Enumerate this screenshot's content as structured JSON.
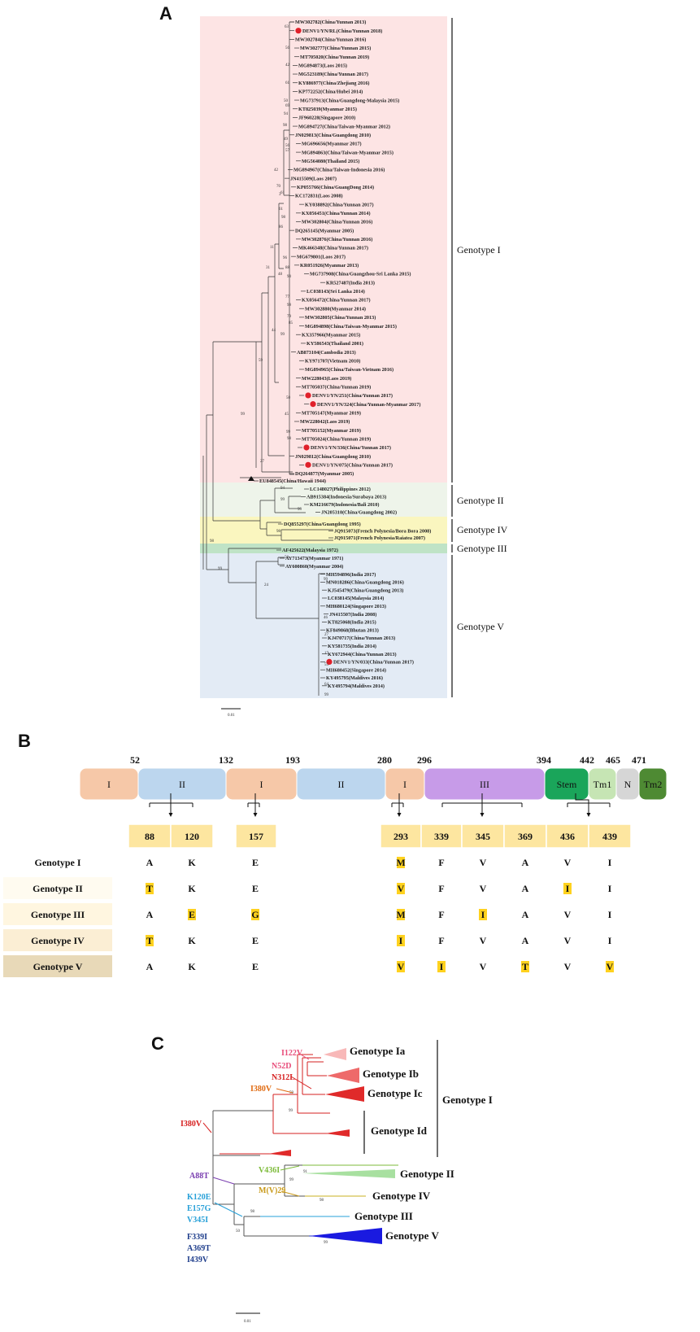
{
  "panel_a": {
    "letter": "A",
    "leaves": [
      "MW302782(China/Yunnan 2013)",
      "DENV1/YN/RL(China/Yunnan 2018)",
      "MW302784(China/Yunnan 2016)",
      "MW302777(China/Yunnan 2015)",
      "MT705020(China/Yunnan 2019)",
      "MG894873(Laos 2015)",
      "MG523189(China/Yunnan 2017)",
      "KY886977(China/Zhejiang 2016)",
      "KP772252(China/Hubei 2014)",
      "MG737913(China/Guangdong-Malaysia 2015)",
      "KT825039(Myanmar 2015)",
      "JF960228(Singapore 2010)",
      "MG894727(China/Taiwan-Myanmar 2012)",
      "JN029813(China/Guangdong 2010)",
      "MG696656(Myanmar 2017)",
      "MG894863(China/Taiwan-Myanmar 2015)",
      "MG564080(Thailand 2015)",
      "MG894967(China/Taiwan-Indonesia 2016)",
      "JN415509(Laos 2007)",
      "KP055766(China/GuangDong 2014)",
      "KC172831(Laos 2008)",
      "KY038892(China/Yunnan 2017)",
      "KX056451(China/Yunnan 2014)",
      "MW302804(China/Yunnan 2016)",
      "DQ265145(Myanmar 2005)",
      "MW302876(China/Yunnan 2016)",
      "MK466348(China/Yunnan 2017)",
      "MG679801(Laos 2017)",
      "KR051926(Myanmar 2013)",
      "MG737908(China/Guangzhou-Sri Lanka 2015)",
      "KR527487(India 2013)",
      "LC038143(Sri Lanka 2014)",
      "KX056472(China/Yunnan 2017)",
      "MW302880(Myanmar 2014)",
      "MW302805(China/Yunnan 2013)",
      "MG894898(China/Taiwan-Myanmar 2015)",
      "KX357966(Myanmar 2015)",
      "KY586543(Thailand 2001)",
      "AB873104(Cambodia 2013)",
      "KY971707(Vietnam 2010)",
      "MG894965(China/Taiwan-Vietnam 2016)",
      "MW228043(Laos 2019)",
      "MT705037(China/Yunnan 2019)",
      "DENV1/YN/251(China/Yunnan 2017)",
      "DENV1/YN/324(China/Yunnan-Myanmar 2017)",
      "MT705147(Myanmar 2019)",
      "MW228042(Laos 2019)",
      "MT705152(Myanmar 2019)",
      "MT705024(China/Yunnan 2019)",
      "DENV1/YN/336(China/Yunnan 2017)",
      "JN029812(China/Guangdong 2010)",
      "DENV1/YN/075(China/Yunnan 2017)",
      "DQ264877(Myanmar 2005)",
      "EU848545(China/Hawaii 1944)",
      "LC148027(Philippines 2012)",
      "AB915384(Indonesia/Surabaya 2013)",
      "KM216679(Indonesia/Bali 2010)",
      "JN205310(China/Guangdong 2002)",
      "DQ855297(China/Guangdong 1995)",
      "JQ915073(French Polynesia/Bora Bora 2008)",
      "JQ915071(French Polynesia/Raiatea 2007)",
      "AF425622(Malaysia 1972)",
      "AY713473(Myanmar 1971)",
      "AY600860(Myanmar 2004)",
      "MH594896(India 2017)",
      "MN018286(China/Guangdong 2016)",
      "KJ545479(China/Guangdong 2013)",
      "LC038145(Malaysia 2014)",
      "MH680124(Singapore 2013)",
      "JN415507(India 2008)",
      "KT825068(India 2015)",
      "KF849868(Bhutan 2013)",
      "KJ470717(China/Yunnan 2013)",
      "KY581735(India 2014)",
      "KY672944(China/Yunnan 2013)",
      "DENV1/YN/033(China/Yunnan 2017)",
      "MH680452(Singapore 2014)",
      "KY495795(Maldives 2016)",
      "KY495794(Maldives 2014)"
    ],
    "bootstraps": [
      "63",
      "56",
      "42",
      "61",
      "50",
      "69",
      "94",
      "98",
      "49",
      "56",
      "57",
      "42",
      "70",
      "61",
      "3",
      "61",
      "98",
      "86",
      "11",
      "96",
      "88",
      "90",
      "77",
      "99",
      "79",
      "85",
      "48",
      "31",
      "44",
      "99",
      "50",
      "45",
      "99",
      "98",
      "59",
      "99",
      "27",
      "94",
      "99",
      "99",
      "98",
      "98",
      "99",
      "50",
      "24",
      "99",
      "46",
      "27",
      "17",
      "55",
      "64",
      "99"
    ],
    "genotypes": [
      "Genotype I",
      "Genotype II",
      "Genotype IV",
      "Genotype III",
      "Genotype V"
    ],
    "scale": "0.01",
    "colors": {
      "g1": "#fde4e4",
      "g2": "#eef4ea",
      "g4": "#faf6bf",
      "g3": "#bfe3c6",
      "g5": "#e3ebf5",
      "dot": "#e0202a"
    }
  },
  "panel_b": {
    "letter": "B",
    "domains": [
      {
        "label": "I",
        "color": "#f6c8a8"
      },
      {
        "label": "II",
        "color": "#bcd6ee"
      },
      {
        "label": "I",
        "color": "#f6c8a8"
      },
      {
        "label": "II",
        "color": "#bcd6ee"
      },
      {
        "label": "I",
        "color": "#f6c8a8"
      },
      {
        "label": "III",
        "color": "#c79be8"
      },
      {
        "label": "Stem",
        "color": "#1aa55a"
      },
      {
        "label": "Tm1",
        "color": "#c6e5b4"
      },
      {
        "label": "N",
        "color": "#d6d6d6"
      },
      {
        "label": "Tm2",
        "color": "#4e8a33"
      }
    ],
    "boundaries": [
      "52",
      "132",
      "193",
      "280",
      "296",
      "394",
      "442",
      "465",
      "471"
    ],
    "sites": [
      "88",
      "120",
      "157",
      "293",
      "339",
      "345",
      "369",
      "436",
      "439"
    ],
    "rows": [
      {
        "name": "Genotype I",
        "cells": [
          "A",
          "K",
          "E",
          "M",
          "F",
          "V",
          "A",
          "V",
          "I"
        ],
        "hl": [
          false,
          false,
          false,
          true,
          false,
          false,
          false,
          false,
          false
        ]
      },
      {
        "name": "Genotype II",
        "cells": [
          "T",
          "K",
          "E",
          "V",
          "F",
          "V",
          "A",
          "I",
          "I"
        ],
        "hl": [
          true,
          false,
          false,
          true,
          false,
          false,
          false,
          true,
          false
        ]
      },
      {
        "name": "Genotype III",
        "cells": [
          "A",
          "E",
          "G",
          "M",
          "F",
          "I",
          "A",
          "V",
          "I"
        ],
        "hl": [
          false,
          true,
          true,
          true,
          false,
          true,
          false,
          false,
          false
        ]
      },
      {
        "name": "Genotype IV",
        "cells": [
          "T",
          "K",
          "E",
          "I",
          "F",
          "V",
          "A",
          "V",
          "I"
        ],
        "hl": [
          true,
          false,
          false,
          true,
          false,
          false,
          false,
          false,
          false
        ]
      },
      {
        "name": "Genotype V",
        "cells": [
          "A",
          "K",
          "E",
          "V",
          "I",
          "V",
          "T",
          "V",
          "V"
        ],
        "hl": [
          false,
          false,
          false,
          true,
          true,
          false,
          true,
          false,
          true
        ]
      }
    ],
    "highlight": "#ffd21f",
    "hl_text": "#d62020"
  },
  "panel_c": {
    "letter": "C",
    "clades": [
      "Genotype Ia",
      "Genotype Ib",
      "Genotype Ic",
      "Genotype Id",
      "Genotype I",
      "Genotype II",
      "Genotype IV",
      "Genotype III",
      "Genotype V"
    ],
    "mutations": [
      {
        "text": "I122V",
        "color": "#e84c7a"
      },
      {
        "text": "N52D",
        "color": "#e84c7a"
      },
      {
        "text": "N312L",
        "color": "#d62020"
      },
      {
        "text": "I380V",
        "color": "#e06a10"
      },
      {
        "text": "I380V",
        "color": "#d62020"
      },
      {
        "text": "A88T",
        "color": "#7a3fb0"
      },
      {
        "text": "V436I",
        "color": "#7dbb3a"
      },
      {
        "text": "M(V)29",
        "color": "#c99a1a"
      },
      {
        "text": "K120E",
        "color": "#27a0d8"
      },
      {
        "text": "E157G",
        "color": "#27a0d8"
      },
      {
        "text": "V345I",
        "color": "#27a0d8"
      },
      {
        "text": "F339I",
        "color": "#1f3e8c"
      },
      {
        "text": "A369T",
        "color": "#1f3e8c"
      },
      {
        "text": "I439V",
        "color": "#1f3e8c"
      }
    ],
    "bootstraps": [
      "59",
      "99",
      "91",
      "99",
      "98",
      "98",
      "50",
      "99"
    ],
    "scale": "0.01"
  }
}
